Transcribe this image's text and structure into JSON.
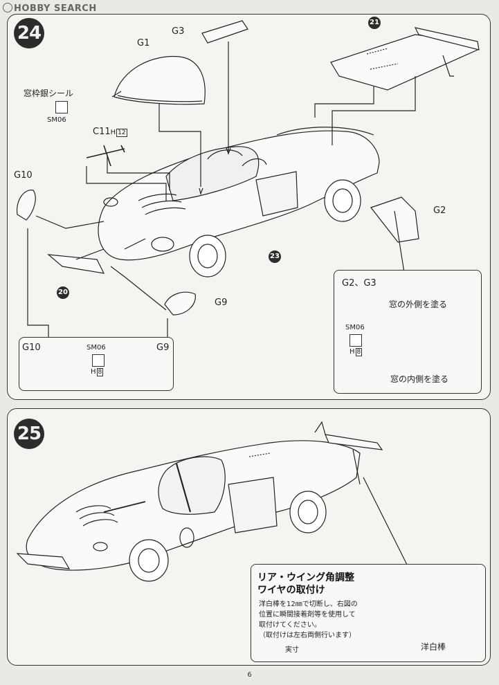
{
  "watermark": "HOBBY SEARCH",
  "step24": {
    "number": "24",
    "parts": {
      "g1": "G1",
      "g3": "G3",
      "c11": "C11",
      "c11_h": "H",
      "c11_hnum": "12",
      "g10": "G10",
      "g2": "G2",
      "g9": "G9",
      "ref20": "20",
      "ref21": "21",
      "ref23": "23"
    },
    "window_frame_seal": "窓枠銀シール",
    "sm06": "SM06",
    "detail_left": {
      "g10": "G10",
      "sm06": "SM06",
      "g9": "G9",
      "h": "H",
      "hnum": "8"
    },
    "detail_right": {
      "title": "G2、G3",
      "outer": "窓の外側を塗る",
      "sm06": "SM06",
      "h": "H",
      "hnum": "8",
      "inner": "窓の内側を塗る"
    }
  },
  "step25": {
    "number": "25",
    "callout_title_line1": "リア・ウイング角調整",
    "callout_title_line2": "ワイヤの取付け",
    "callout_text_line1": "洋白棒を12㎜で切断し、右図の",
    "callout_text_line2": "位置に瞬間接着剤等を使用して",
    "callout_text_line3": "取付けてください。",
    "callout_text_line4": "（取付けは左右両側行います）",
    "actual_size": "実寸",
    "rod_label": "洋白棒"
  },
  "footer": {
    "page_number": "6"
  }
}
